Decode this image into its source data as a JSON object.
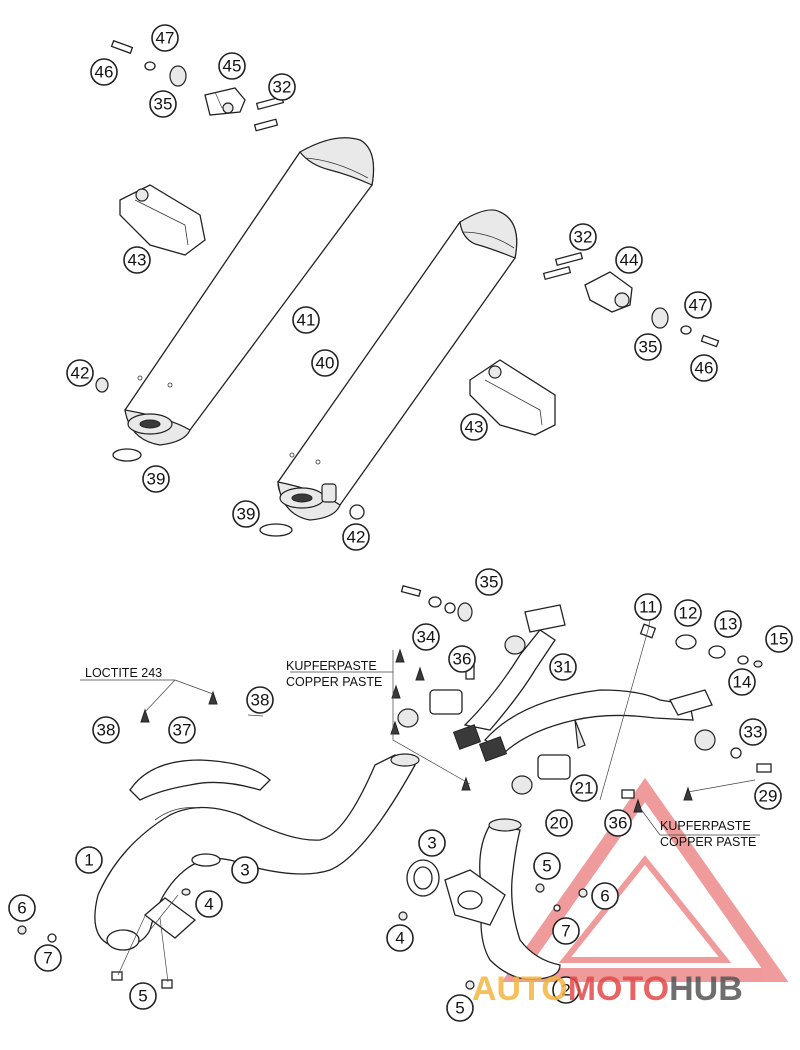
{
  "notes": {
    "loctite": "LOCTITE 243",
    "kupfer_de": "KUPFERPASTE",
    "kupfer_en": "COPPER PASTE"
  },
  "watermark": {
    "part1": "AUTO",
    "part2": "MOTO",
    "part3": "HUB",
    "colors": {
      "auto": "#f4b63f",
      "moto": "#e34a4a",
      "hub": "#555555"
    }
  },
  "callouts": {
    "c46a": "46",
    "c47a": "47",
    "c35a": "35",
    "c45": "45",
    "c32a": "32",
    "c43a": "43",
    "c41": "41",
    "c40": "40",
    "c42a": "42",
    "c39a": "39",
    "c32b": "32",
    "c44": "44",
    "c47b": "47",
    "c35b": "35",
    "c46b": "46",
    "c43b": "43",
    "c39b": "39",
    "c42b": "42",
    "c35c": "35",
    "c34": "34",
    "c36a": "36",
    "c31": "31",
    "c11": "11",
    "c12": "12",
    "c13": "13",
    "c15": "15",
    "c14": "14",
    "c38a": "38",
    "c38b": "38",
    "c37": "37",
    "c33": "33",
    "c21": "21",
    "c20": "20",
    "c29": "29",
    "c36b": "36",
    "c1": "1",
    "c3a": "3",
    "c4a": "4",
    "c6a": "6",
    "c7a": "7",
    "c5a": "5",
    "c3b": "3",
    "c5b": "5",
    "c6b": "6",
    "c4b": "4",
    "c7b": "7",
    "c2": "2",
    "c5c": "5"
  }
}
